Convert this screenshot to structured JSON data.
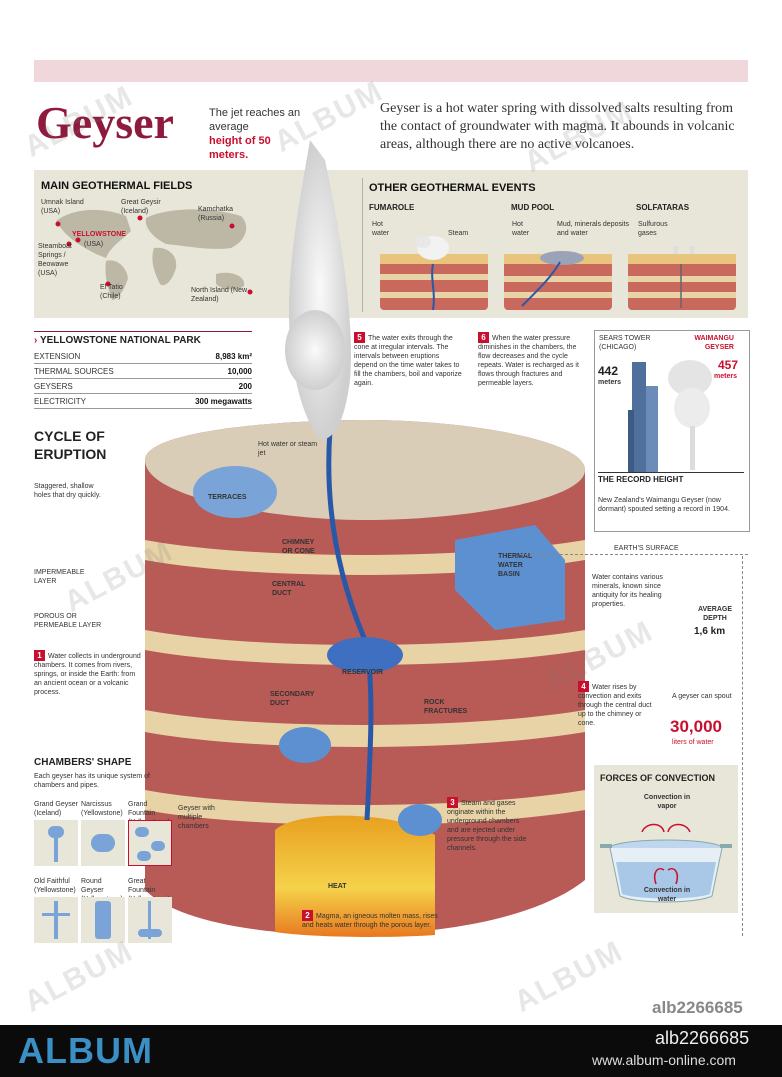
{
  "header": {
    "title": "Geyser",
    "jet_text": "The jet reaches an average",
    "jet_highlight": "height of 50 meters.",
    "intro": "Geyser is a hot water spring with dissolved salts resulting from the contact of groundwater with magma. It abounds in volcanic areas, although there are no active volcanoes."
  },
  "fields": {
    "title": "MAIN GEOTHERMAL FIELDS",
    "umnak": "Umnak Island (USA)",
    "geysir": "Great Geysir (Iceland)",
    "kamchatka": "Kamchatka (Russia)",
    "yellowstone": "YELLOWSTONE",
    "yellowstone_country": "(USA)",
    "steamboat": "Steamboat Springs / Beowawe (USA)",
    "eltatio": "El Tatio (Chile)",
    "northisland": "North Island (New Zealand)"
  },
  "events": {
    "title": "OTHER GEOTHERMAL EVENTS",
    "fumarole": "FUMAROLE",
    "fumarole_hot": "Hot water",
    "fumarole_steam": "Steam",
    "mudpool": "MUD POOL",
    "mudpool_hot": "Hot water",
    "mudpool_mud": "Mud, minerals deposits and water",
    "solfataras": "SOLFATARAS",
    "solfataras_gas": "Sulfurous gases"
  },
  "park": {
    "title": "YELLOWSTONE NATIONAL PARK",
    "rows": [
      {
        "label": "EXTENSION",
        "value": "8,983 km²"
      },
      {
        "label": "THERMAL SOURCES",
        "value": "10,000"
      },
      {
        "label": "GEYSERS",
        "value": "200"
      },
      {
        "label": "ELECTRICITY",
        "value": "300 megawatts"
      }
    ]
  },
  "cycle": {
    "title": "CYCLE OF ERUPTION",
    "terraces_note": "Staggered, shallow holes that dry quickly.",
    "impermeable": "IMPERMEABLE LAYER",
    "porous": "POROUS OR PERMEABLE LAYER",
    "step1_num": "1",
    "step1": "Water collects in underground chambers. It comes from rivers, springs, or inside the Earth: from an ancient ocean or a volcanic process.",
    "step2_num": "2",
    "step2": "Magma, an igneous molten mass, rises and heats water through the porous layer.",
    "step3_num": "3",
    "step3": "Steam and gases originate within the underground chambers and are ejected under pressure through the side channels.",
    "step4_num": "4",
    "step4": "Water rises by convection and exits through the central duct up to the chimney or cone.",
    "step5_num": "5",
    "step5": "The water exits through the cone at irregular intervals. The intervals between eruptions depend on the time water takes to fill the chambers, boil and vaporize again.",
    "step6_num": "6",
    "step6": "When the water pressure diminishes in the chambers, the flow decreases and the cycle repeats. Water is recharged as it flows through fractures and permeable layers."
  },
  "labels": {
    "hotwater": "Hot water or steam jet",
    "terraces": "TERRACES",
    "chimney": "CHIMNEY OR CONE",
    "central": "CENTRAL DUCT",
    "reservoir": "RESERVOIR",
    "secondary": "SECONDARY DUCT",
    "rock": "ROCK FRACTURES",
    "heat": "HEAT",
    "basin": "THERMAL WATER BASIN",
    "basin_note": "Water contains various minerals, known since antiquity for its healing properties.",
    "earth_surface": "EARTH'S SURFACE",
    "avg_depth": "AVERAGE DEPTH",
    "avg_depth_val": "1,6 km",
    "spout_pre": "A geyser can spout",
    "spout_val": "30,000",
    "spout_unit": "liters of water"
  },
  "record": {
    "sears": "SEARS TOWER (CHICAGO)",
    "sears_val": "442",
    "sears_unit": "meters",
    "waimangu": "WAIMANGU GEYSER",
    "waimangu_val": "457",
    "waimangu_unit": "meters",
    "title": "THE RECORD HEIGHT",
    "text": "New Zealand's Waimangu Geyser (now dormant) spouted setting a record in 1904."
  },
  "convection": {
    "title": "FORCES OF CONVECTION",
    "vapor": "Convection in vapor",
    "water": "Convection in water"
  },
  "chambers": {
    "title": "CHAMBERS' SHAPE",
    "desc": "Each geyser has its unique system of chambers and pipes.",
    "items": [
      "Grand Geyser (Iceland)",
      "Narcissus (Yellowstone)",
      "Grand Fountain (Yellowstone)",
      "Old Faithful (Yellowstone)",
      "Round Geyser (Yellowstone)",
      "Great Fountain (Yellowstone)"
    ],
    "multi": "Geyser with multiple chambers"
  },
  "footer": {
    "logo": "ALBUM",
    "id": "alb2266685",
    "site": "www.album-online.com",
    "watermark": "ALBUM"
  },
  "colors": {
    "title": "#8e1b3e",
    "accent_red": "#c8102e",
    "panel": "#e8e6d8",
    "band": "#efd7dc"
  }
}
